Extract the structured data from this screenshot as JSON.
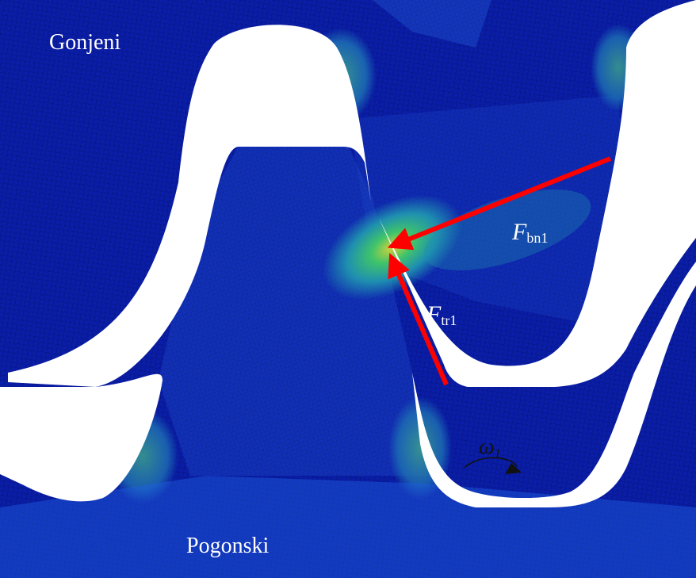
{
  "labels": {
    "driven_gear": "Gonjeni",
    "driving_gear": "Pogonski"
  },
  "forces": {
    "normal": {
      "symbol": "F",
      "subscript": "bn1"
    },
    "friction": {
      "symbol": "F",
      "subscript": "tr1"
    }
  },
  "rotation": {
    "symbol": "ω",
    "subscript": "1"
  },
  "colors": {
    "mesh_dark_blue": "#0a1ea8",
    "mesh_blue": "#1a46c8",
    "stress_cyan": "#1f8fb0",
    "stress_green": "#3fc46a",
    "stress_yellow": "#d8d23a",
    "force_arrow": "#ff0000",
    "gap_white": "#ffffff"
  }
}
